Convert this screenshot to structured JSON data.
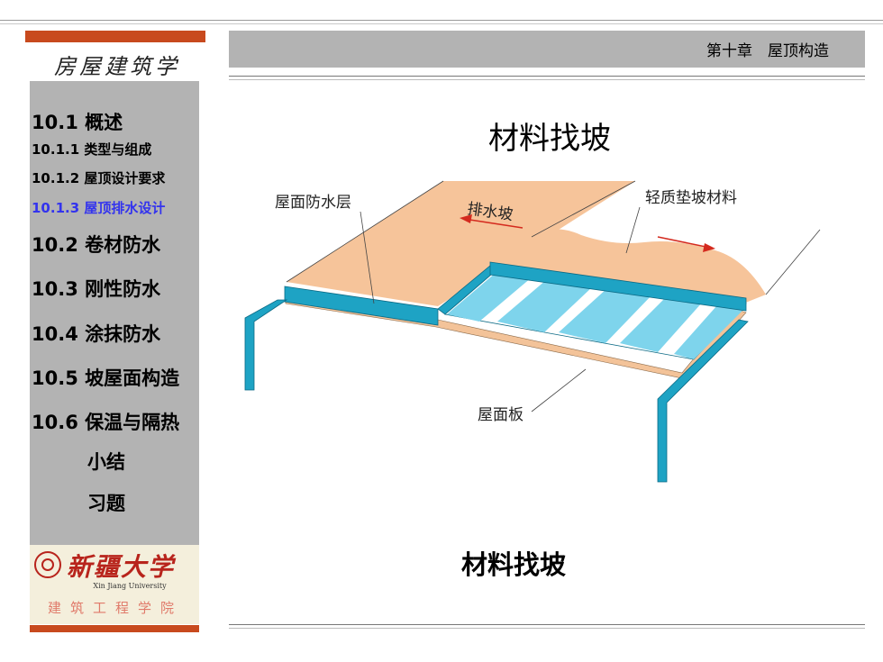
{
  "brand": {
    "title": "房屋建筑学"
  },
  "header": {
    "chapter": "第十章　屋顶构造"
  },
  "sidebar": {
    "items": [
      {
        "label": "10.1 概述"
      },
      {
        "label": "10.1.1 类型与组成"
      },
      {
        "label": "10.1.2 屋顶设计要求"
      },
      {
        "label": "10.1.3 屋顶排水设计"
      },
      {
        "label": "10.2 卷材防水"
      },
      {
        "label": "10.3 刚性防水"
      },
      {
        "label": "10.4 涂抹防水"
      },
      {
        "label": "10.5 坡屋面构造"
      },
      {
        "label": "10.6 保温与隔热"
      },
      {
        "label": "小结"
      },
      {
        "label": "习题"
      }
    ]
  },
  "logo": {
    "university_cn": "新疆大学",
    "university_en": "Xin Jiang University",
    "school": "建筑工程学院"
  },
  "main": {
    "title": "材料找坡",
    "caption": "材料找坡",
    "diagram": {
      "label_waterproof": "屋面防水层",
      "label_drain_slope": "排水坡",
      "label_light_material": "轻质垫坡材料",
      "label_roof_slab": "屋面板"
    }
  },
  "colors": {
    "accent_red": "#c84a1e",
    "sidebar_gray": "#b3b3b3",
    "active_blue": "#3333ee",
    "membrane_teal": "#1ea3c4",
    "fill_peach": "#f6c49a"
  }
}
